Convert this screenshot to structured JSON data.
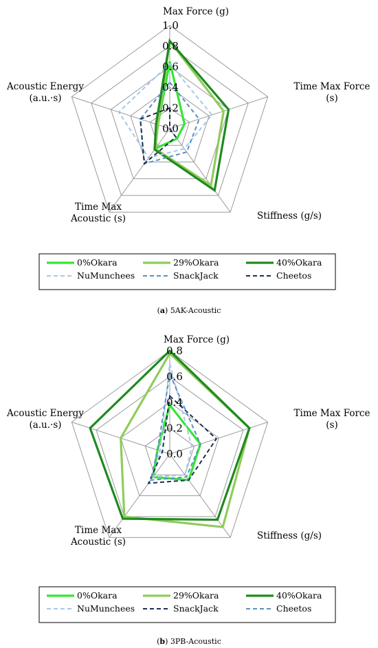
{
  "chart_data": [
    {
      "type": "radar",
      "caption_letter": "a",
      "caption_text": " 5AK-Acoustic",
      "axes": [
        "Max Force (g)",
        "Time Max Force (s)",
        "Stiffness (g/s)",
        "Time Max Acoustic (s)",
        "Acoustic Energy (a.u.·s)"
      ],
      "axis_label_lines": [
        [
          "Max Force (g)"
        ],
        [
          "Time Max Force",
          "(s)"
        ],
        [
          "Stiffness (g/s)"
        ],
        [
          "Time Max",
          "Acoustic (s)"
        ],
        [
          "Acoustic Energy",
          "(a.u.·s)"
        ]
      ],
      "ticks": [
        "0.0",
        "0.2",
        "0.4",
        "0.6",
        "0.8",
        "1.0"
      ],
      "rlim": [
        0,
        1.0
      ],
      "series": [
        {
          "name": "0%Okara",
          "values": [
            0.65,
            0.15,
            0.12,
            0.24,
            0.12
          ]
        },
        {
          "name": "29%Okara",
          "values": [
            0.85,
            0.55,
            0.68,
            0.24,
            0.12
          ]
        },
        {
          "name": "40%Okara",
          "values": [
            0.85,
            0.6,
            0.74,
            0.25,
            0.14
          ]
        },
        {
          "name": "NuMunchees",
          "values": [
            0.63,
            0.43,
            0.24,
            0.35,
            0.52
          ]
        },
        {
          "name": "SnackJack",
          "values": [
            0.45,
            0.3,
            0.28,
            0.42,
            0.3
          ]
        },
        {
          "name": "Cheetos",
          "values": [
            0.2,
            0.0,
            0.1,
            0.42,
            0.3
          ]
        }
      ]
    },
    {
      "type": "radar",
      "caption_letter": "b",
      "caption_text": " 3PB-Acoustic",
      "axes": [
        "Max Force (g)",
        "Time Max Force (s)",
        "Stiffness (g/s)",
        "Time Max Acoustic (s)",
        "Acoustic Energy (a.u.·s)"
      ],
      "axis_label_lines": [
        [
          "Max Force (g)"
        ],
        [
          "Time Max Force",
          "(s)"
        ],
        [
          "Stiffness (g/s)"
        ],
        [
          "Time Max",
          "Acoustic (s)"
        ],
        [
          "Acoustic Energy",
          "(a.u.·s)"
        ]
      ],
      "ticks": [
        "0.0",
        "0.2",
        "0.4",
        "0.6",
        "0.8"
      ],
      "rlim": [
        0,
        0.8
      ],
      "series": [
        {
          "name": "0%Okara",
          "values": [
            0.38,
            0.25,
            0.25,
            0.22,
            0.1
          ]
        },
        {
          "name": "29%Okara",
          "values": [
            0.78,
            0.65,
            0.7,
            0.6,
            0.4
          ]
        },
        {
          "name": "40%Okara",
          "values": [
            0.8,
            0.65,
            0.63,
            0.62,
            0.65
          ]
        },
        {
          "name": "NuMunchees",
          "values": [
            0.7,
            0.18,
            0.2,
            0.22,
            0.08
          ]
        },
        {
          "name": "SnackJack",
          "values": [
            0.45,
            0.38,
            0.25,
            0.28,
            0.06
          ]
        },
        {
          "name": "Cheetos",
          "values": [
            0.62,
            0.25,
            0.22,
            0.25,
            0.1
          ]
        }
      ]
    }
  ],
  "legends": [
    [
      "0%Okara",
      "29%Okara",
      "40%Okara",
      "NuMunchees",
      "SnackJack",
      "Cheetos"
    ],
    [
      "0%Okara",
      "29%Okara",
      "40%Okara",
      "NuMunchees",
      "SnackJack",
      "Cheetos"
    ]
  ],
  "series_styles": [
    [
      {
        "color": "#33e633",
        "dash": "",
        "width": 3.2
      },
      {
        "color": "#8fcc5a",
        "dash": "",
        "width": 3.2
      },
      {
        "color": "#1f8a1f",
        "dash": "",
        "width": 3.2
      },
      {
        "color": "#a6c8e8",
        "dash": "6,4",
        "width": 2
      },
      {
        "color": "#5b8fc4",
        "dash": "6,4",
        "width": 2
      },
      {
        "color": "#1b2f52",
        "dash": "6,4",
        "width": 2
      }
    ],
    [
      {
        "color": "#33e633",
        "dash": "",
        "width": 3.2
      },
      {
        "color": "#8fcc5a",
        "dash": "",
        "width": 3.2
      },
      {
        "color": "#1f8a1f",
        "dash": "",
        "width": 3.2
      },
      {
        "color": "#a6c8e8",
        "dash": "6,4",
        "width": 2
      },
      {
        "color": "#1b2f52",
        "dash": "6,4",
        "width": 2
      },
      {
        "color": "#5b8fc4",
        "dash": "6,4",
        "width": 2
      }
    ]
  ]
}
